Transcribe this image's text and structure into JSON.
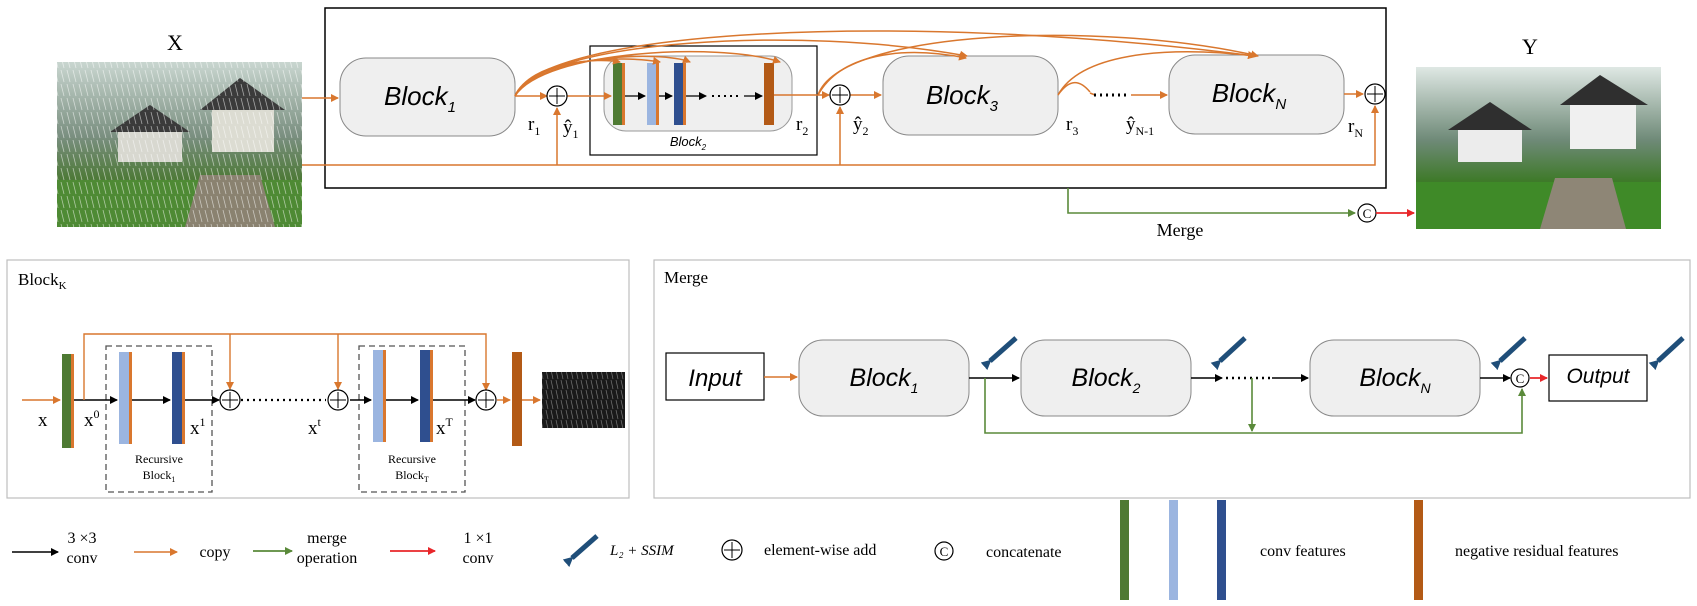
{
  "top": {
    "input_label": "X",
    "output_label": "Y",
    "blocks": [
      {
        "name": "Block",
        "sub": "1"
      },
      {
        "name": "Block",
        "sub": "2"
      },
      {
        "name": "Block",
        "sub": "3"
      },
      {
        "name": "Block",
        "sub": "N"
      }
    ],
    "r_labels": [
      {
        "base": "r",
        "sub": "1"
      },
      {
        "base": "r",
        "sub": "2"
      },
      {
        "base": "r",
        "sub": "3"
      },
      {
        "base": "r",
        "sub": "N"
      }
    ],
    "y_labels": [
      {
        "base": "ŷ",
        "sub": "1"
      },
      {
        "base": "ŷ",
        "sub": "2"
      },
      {
        "base": "ŷ",
        "sub": "N-1"
      }
    ],
    "merge_label": "Merge"
  },
  "blockk": {
    "title": "Block",
    "title_sub": "K",
    "x_label": "x",
    "x0": {
      "base": "x",
      "sup": "0"
    },
    "x1": {
      "base": "x",
      "sup": "1"
    },
    "xt": {
      "base": "x",
      "sup": "t"
    },
    "xT": {
      "base": "x",
      "sup": "T"
    },
    "rec1": {
      "line1": "Recursive",
      "line2": "Block",
      "sub": "1"
    },
    "recT": {
      "line1": "Recursive",
      "line2": "Block",
      "sub": "T"
    }
  },
  "merge": {
    "title": "Merge",
    "input": "Input",
    "output": "Output",
    "blocks": [
      {
        "name": "Block",
        "sub": "1"
      },
      {
        "name": "Block",
        "sub": "2"
      },
      {
        "name": "Block",
        "sub": "N"
      }
    ]
  },
  "legend": {
    "conv3": {
      "line1": "3 ×3",
      "line2": "conv"
    },
    "copy": "copy",
    "merge_op": {
      "line1": "merge",
      "line2": "operation"
    },
    "conv1": {
      "line1": "1 ×1",
      "line2": "conv"
    },
    "loss": "L₂ + SSIM",
    "add": "element-wise add",
    "concat": "concatenate",
    "conv_features": "conv features",
    "neg_features": "negative residual features"
  },
  "colors": {
    "copy": "#d9772e",
    "merge": "#5a8a3a",
    "conv1": "#e8262a",
    "loss_arrow": "#1f4e79",
    "feat_green": "#4e7a33",
    "feat_lightblue": "#9bb5e0",
    "feat_darkblue": "#2f4f8f",
    "feat_brown": "#b35a16"
  }
}
